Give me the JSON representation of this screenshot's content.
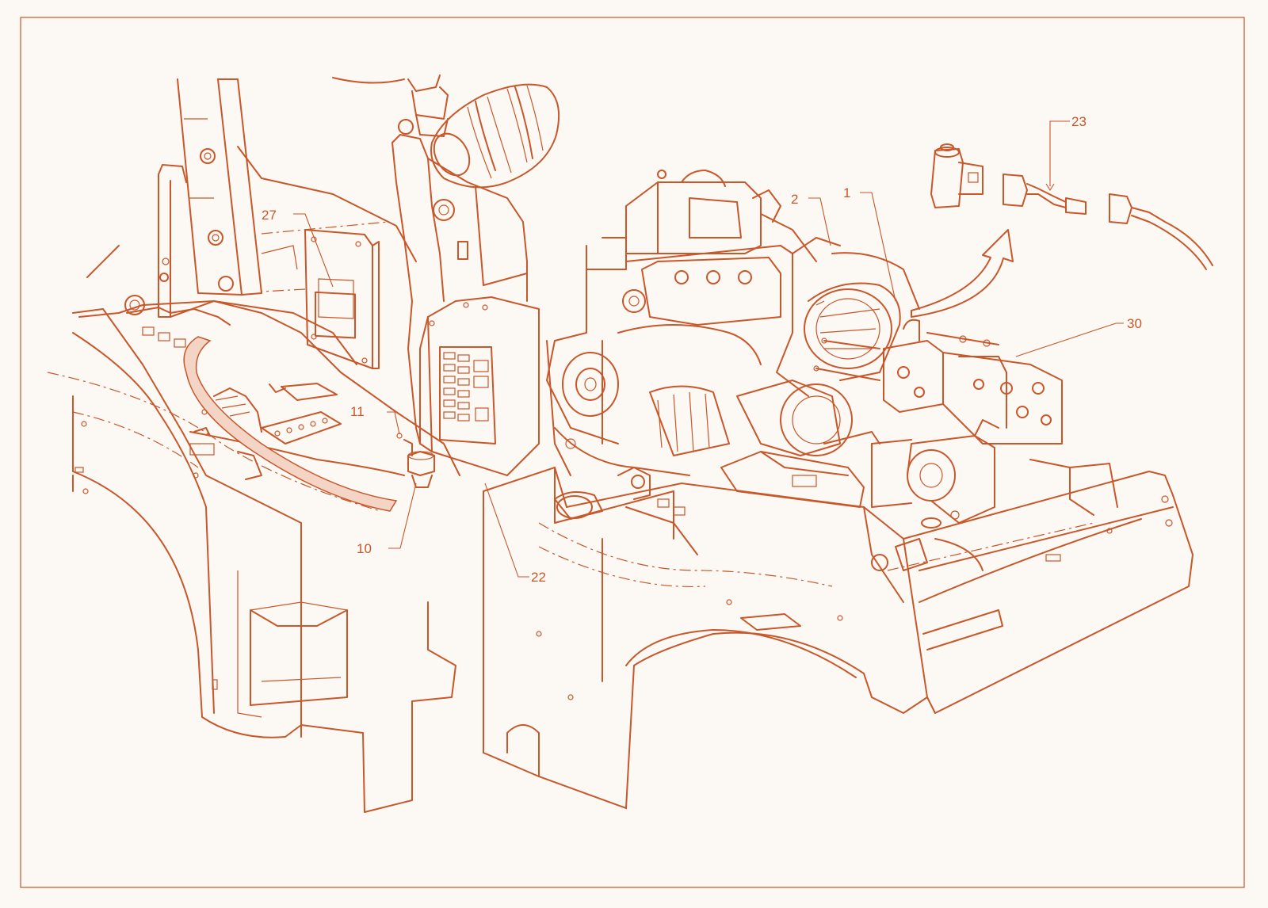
{
  "colors": {
    "line": "#c8572a",
    "background": "#fcf8f4",
    "harness_fill": "#f4d4c4"
  },
  "callouts": [
    {
      "id": "c1",
      "label": "1"
    },
    {
      "id": "c2",
      "label": "2"
    },
    {
      "id": "c10",
      "label": "10"
    },
    {
      "id": "c11",
      "label": "11"
    },
    {
      "id": "c22",
      "label": "22"
    },
    {
      "id": "c23",
      "label": "23"
    },
    {
      "id": "c27",
      "label": "27"
    },
    {
      "id": "c30",
      "label": "30"
    }
  ]
}
